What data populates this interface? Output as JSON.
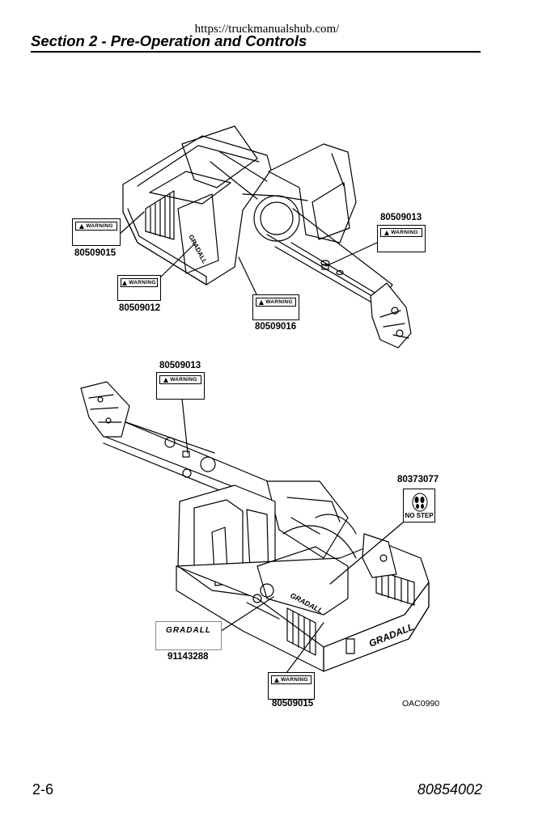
{
  "header": {
    "url": "https://truckmanualshub.com/",
    "section_title": "Section 2 - Pre-Operation and Controls"
  },
  "figure": {
    "decals": {
      "d1_part": "80509015",
      "d2_part": "80509012",
      "d3_part": "80509016",
      "d4_part": "80509013",
      "d5_part": "80509013",
      "d6_part": "80373077",
      "d7_part": "91143288",
      "d8_part": "80509015",
      "warning_label": "WARNING",
      "no_step_label": "NO STEP",
      "brand_label": "GRADALL"
    },
    "figure_ref": "OAC0990"
  },
  "footer": {
    "page_number": "2-6",
    "doc_number": "80854002"
  }
}
